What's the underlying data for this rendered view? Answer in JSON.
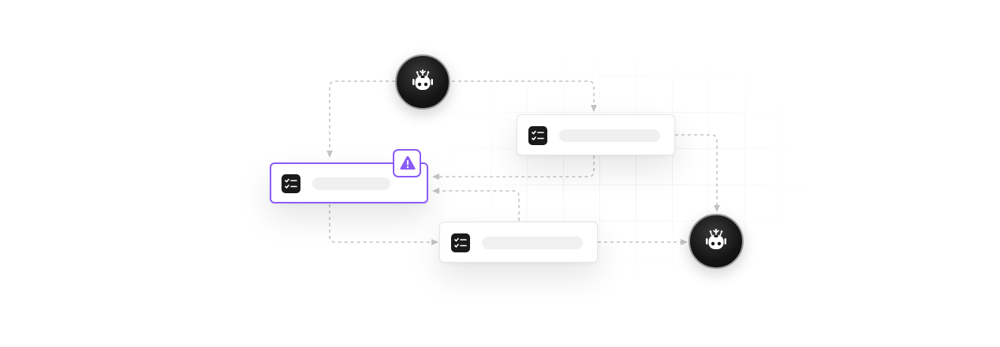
{
  "diagram": {
    "accent_color": "#8b5cf6",
    "connector_color": "#c4c4c4",
    "agents": [
      {
        "id": "agent-top",
        "icon": "robot-brain-icon"
      },
      {
        "id": "agent-bottom-right",
        "icon": "robot-brain-icon"
      }
    ],
    "tasks": [
      {
        "id": "task-left",
        "icon": "checklist-icon",
        "state": "selected",
        "badge": "warning-icon"
      },
      {
        "id": "task-top-right",
        "icon": "checklist-icon",
        "state": "normal"
      },
      {
        "id": "task-bottom",
        "icon": "checklist-icon",
        "state": "normal"
      }
    ]
  }
}
